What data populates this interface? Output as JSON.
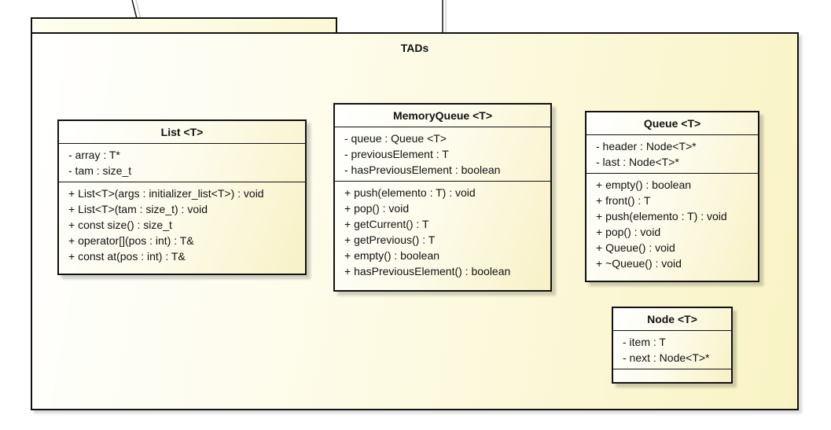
{
  "package": {
    "name": "TADs"
  },
  "classes": {
    "list": {
      "title": "List <T>",
      "attributes": [
        "- array : T*",
        "- tam : size_t"
      ],
      "operations": [
        "+ List<T>(args : initializer_list<T>) : void",
        "+ List<T>(tam : size_t) : void",
        "+ const size() : size_t",
        "+ operator[](pos : int) : T&",
        "+ const at(pos : int) : T&"
      ]
    },
    "memory_queue": {
      "title": "MemoryQueue <T>",
      "attributes": [
        "- queue : Queue <T>",
        "- previousElement : T",
        "- hasPreviousElement : boolean"
      ],
      "operations": [
        "+ push(elemento : T) : void",
        "+ pop() : void",
        "+ getCurrent() : T",
        "+ getPrevious() : T",
        "+ empty() : boolean",
        "+ hasPreviousElement() : boolean"
      ]
    },
    "queue": {
      "title": "Queue <T>",
      "attributes": [
        "- header : Node<T>*",
        "- last : Node<T>*"
      ],
      "operations": [
        "+ empty() : boolean",
        "+ front() : T",
        "+ push(elemento : T) : void",
        "+ pop() : void",
        "+ Queue() : void",
        "+ ~Queue() : void"
      ]
    },
    "node": {
      "title": "Node <T>",
      "attributes": [
        "- item : T",
        "- next : Node<T>*"
      ],
      "operations": []
    }
  }
}
